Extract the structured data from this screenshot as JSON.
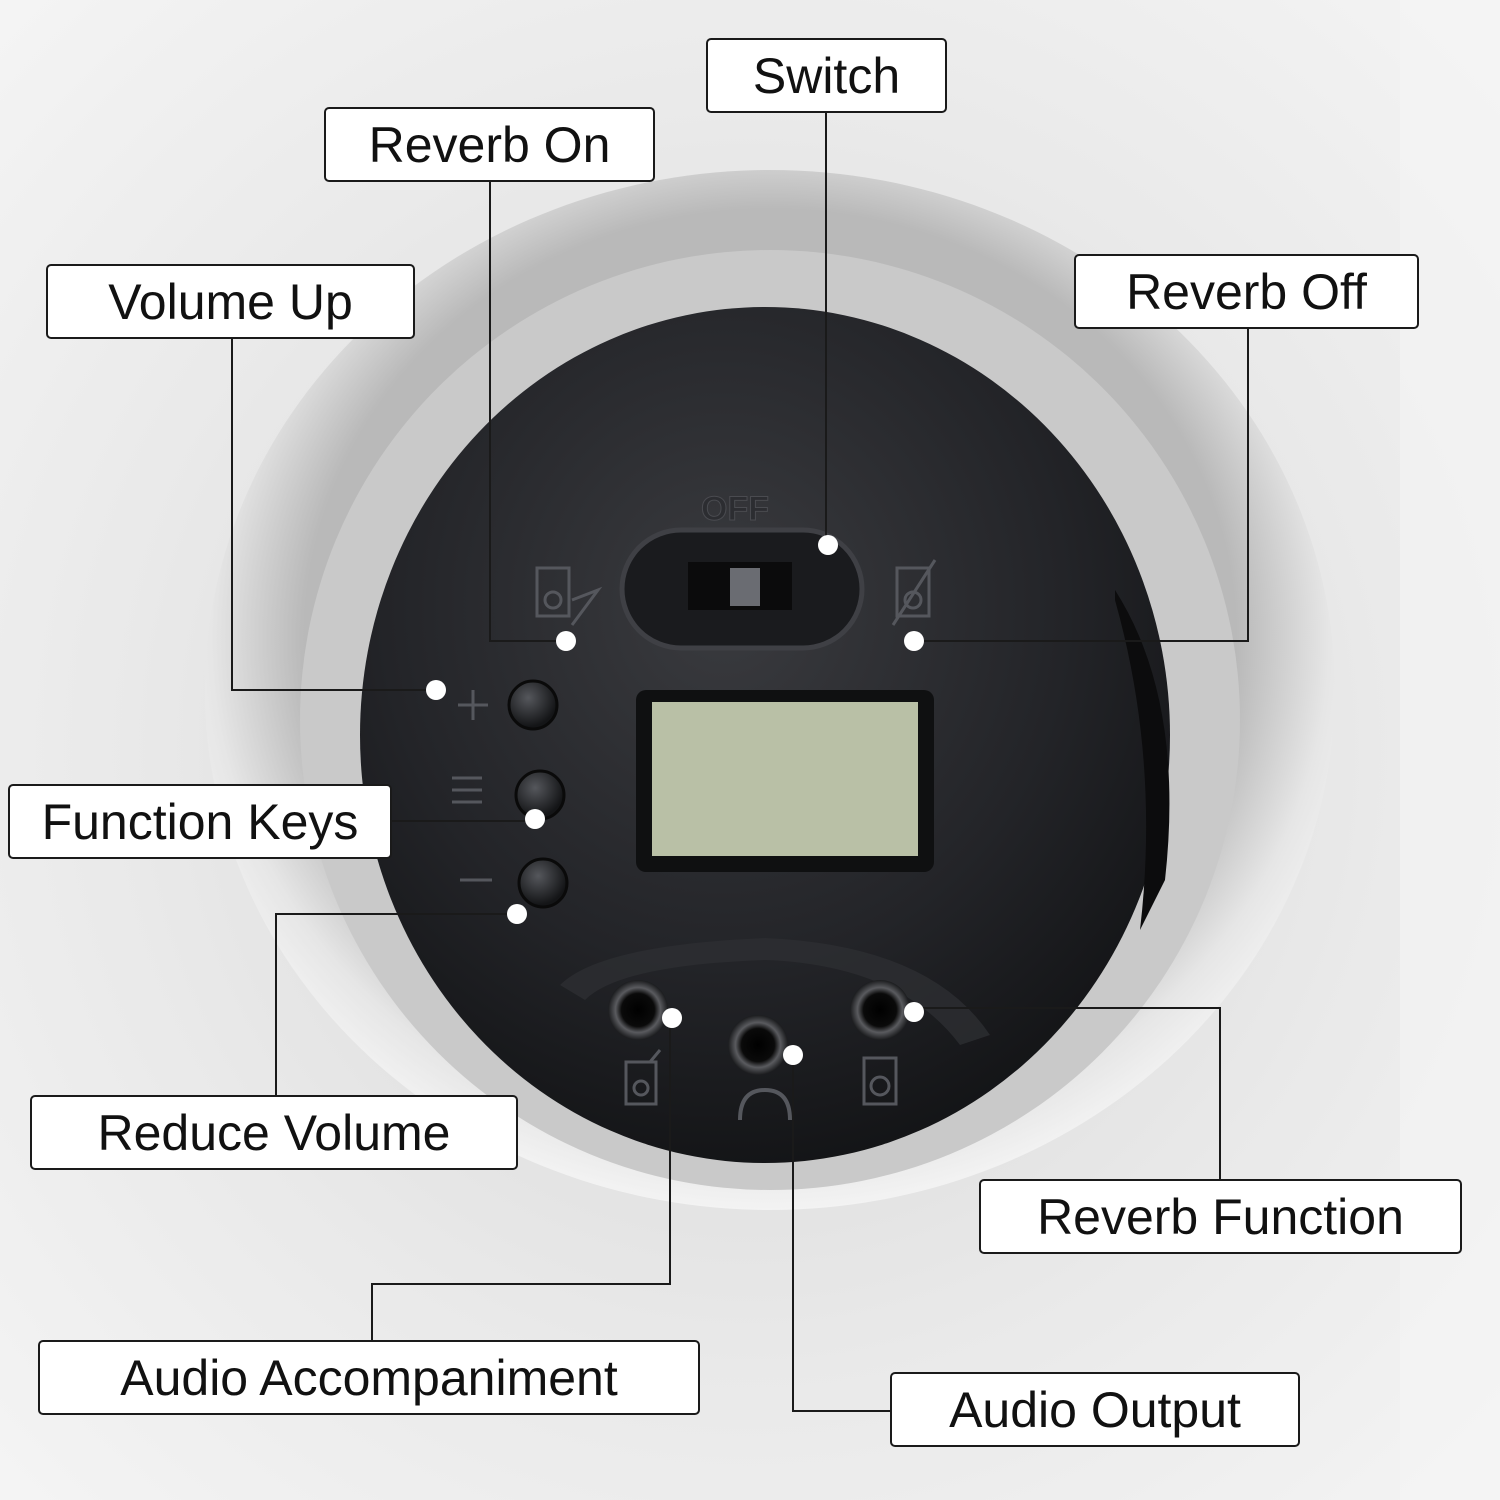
{
  "panel": {
    "switch_marking": "OFF"
  },
  "callouts": {
    "switch": "Switch",
    "reverb_on": "Reverb On",
    "volume_up": "Volume Up",
    "reverb_off": "Reverb Off",
    "function_keys": "Function Keys",
    "reduce_volume": "Reduce Volume",
    "reverb_function": "Reverb Function",
    "audio_accompaniment": "Audio Accompaniment",
    "audio_output": "Audio Output"
  },
  "colors": {
    "panel": "#1f2023",
    "lcd": "#b9c0a6",
    "callout_border": "#1a1a1a",
    "leader_line": "#1a1a1a"
  }
}
